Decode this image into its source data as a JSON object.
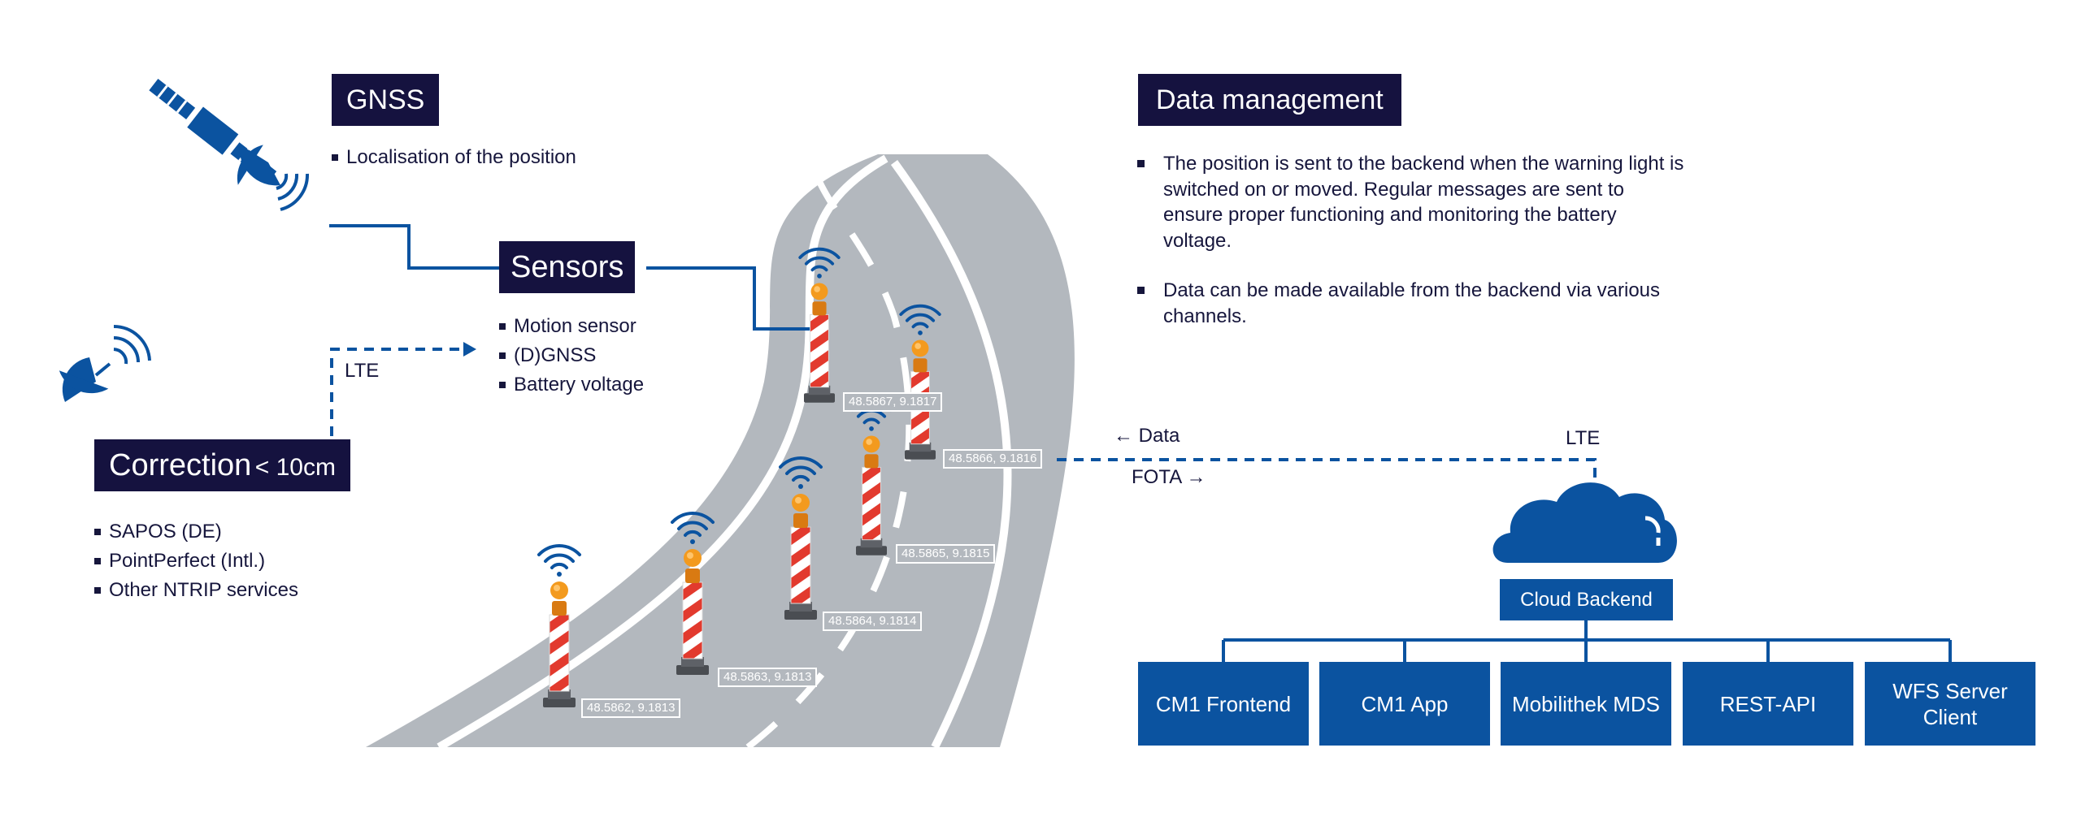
{
  "gnss": {
    "title": "GNSS",
    "items": [
      "Localisation of the position"
    ]
  },
  "sensors": {
    "title": "Sensors",
    "items": [
      "Motion sensor",
      "(D)GNSS",
      "Battery voltage"
    ]
  },
  "correction": {
    "title": "Correction",
    "suffix": "< 10cm",
    "items": [
      "SAPOS (DE)",
      "PointPerfect (Intl.)",
      "Other NTRIP services"
    ]
  },
  "lte_left": "LTE",
  "data_management": {
    "title": "Data management",
    "items": [
      "The position is sent to the backend when the warning light is switched on or moved. Regular messages are sent to ensure proper functioning and monitoring the battery voltage.",
      "Data can be made available from the backend via various channels."
    ]
  },
  "link": {
    "data": "← Data",
    "fota": "FOTA →",
    "lte": "LTE"
  },
  "cloud_backend": "Cloud Backend",
  "backend_channels": [
    "CM1 Frontend",
    "CM1 App",
    "Mobilithek MDS",
    "REST-API",
    "WFS Server Client"
  ],
  "coordinates": [
    "48.5862, 9.1813",
    "48.5863, 9.1813",
    "48.5864, 9.1814",
    "48.5865, 9.1815",
    "48.5866, 9.1816",
    "48.5867, 9.1817"
  ],
  "colors": {
    "navy": "#15123f",
    "blue": "#0b53a0",
    "road": "#b3b8be",
    "text": "#16163c"
  },
  "icons": [
    "satellite-icon",
    "dish-antenna-icon",
    "wifi-signal-icon",
    "warning-beacon-icon",
    "cloud-icon"
  ]
}
